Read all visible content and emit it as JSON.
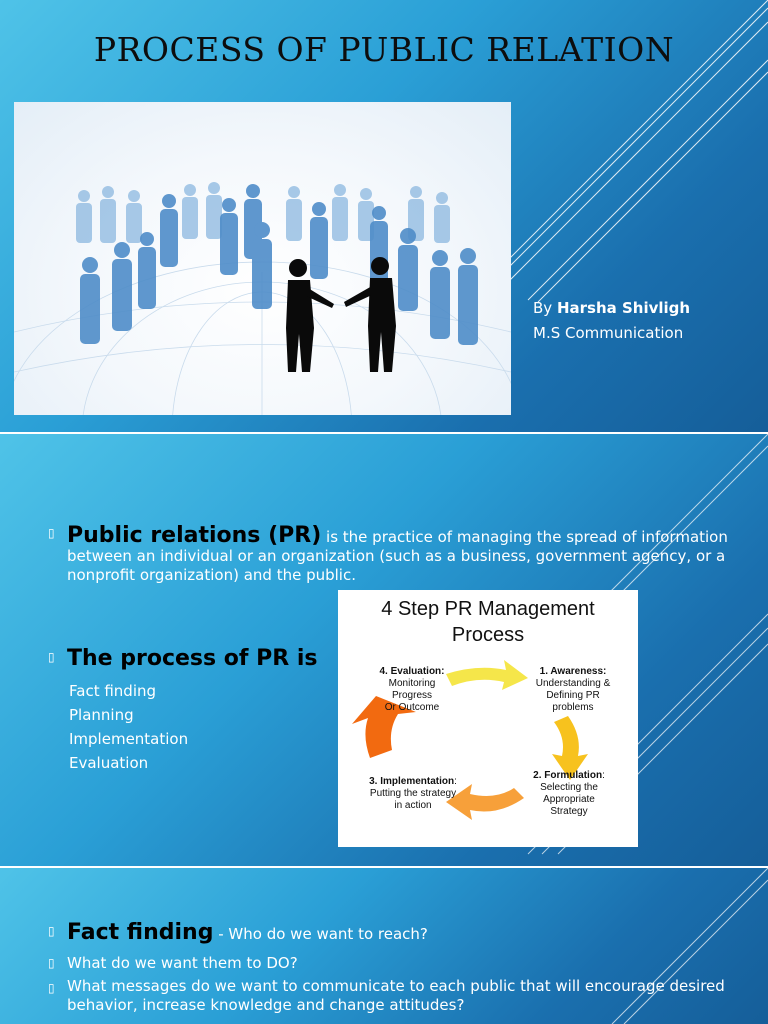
{
  "slide1": {
    "title": "PROCESS OF PUBLIC RELATION",
    "author_prefix": "By ",
    "author_name": "Harsha Shivligh",
    "author_role": "M.S Communication"
  },
  "slide2": {
    "bullet_glyph": "▯",
    "definition": {
      "term": "Public relations",
      "abbr_open": " (",
      "abbr": "PR",
      "abbr_close": ")",
      "text": " is the practice of managing the spread of information between an individual or an organization (such as a business, government agency, or a nonprofit organization) and the public."
    },
    "process_heading": "The process of PR is",
    "steps": [
      "Fact finding",
      "Planning",
      "Implementation",
      "Evaluation"
    ],
    "diagram": {
      "title_line1": "4 Step PR Management",
      "title_line2": "Process",
      "step1_title": "1. Awareness:",
      "step1_line1": "Understanding &",
      "step1_line2": "Defining PR",
      "step1_line3": "problems",
      "step2_title": "2. Formulation",
      "step2_colon": ":",
      "step2_line1": "Selecting the",
      "step2_line2": "Appropriate",
      "step2_line3": "Strategy",
      "step3_title": "3. Implementation",
      "step3_colon": ":",
      "step3_line1": "Putting the strategy",
      "step3_line2": "in action",
      "step4_title": "4. Evaluation:",
      "step4_line1": "Monitoring",
      "step4_line2": "Progress",
      "step4_line3": "Or Outcome",
      "arrow_colors": [
        "#f5e64a",
        "#f7c21e",
        "#f7a03a",
        "#f26a10"
      ]
    }
  },
  "slide3": {
    "item1_term": "Fact finding",
    "item1_text": " - Who do we want to reach?",
    "item2": "What do we want them to DO?",
    "item3": "What messages do we want to communicate to each public that will encourage desired behavior, increase knowledge and change attitudes?"
  },
  "colors": {
    "background_light": "#4fc3e8",
    "background_dark": "#155e99",
    "title_text": "#0d0d0d",
    "body_text": "#ffffff"
  }
}
